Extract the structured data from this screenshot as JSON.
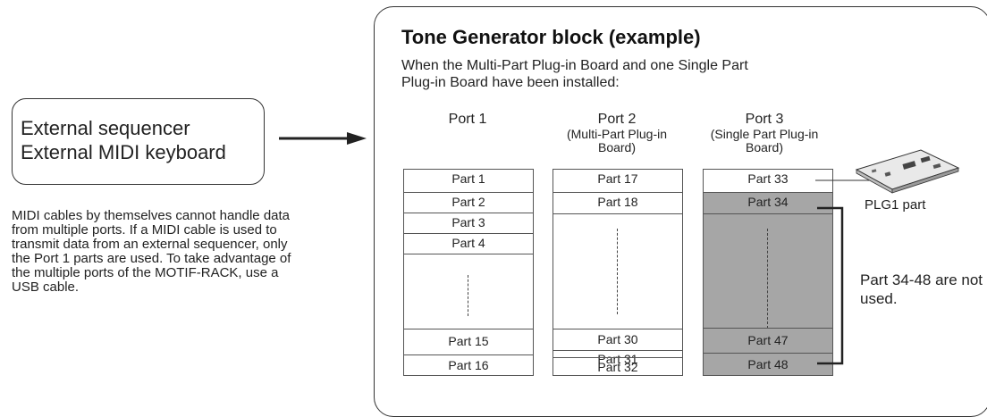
{
  "source": {
    "line1": "External sequencer",
    "line2": "External MIDI keyboard"
  },
  "note": "MIDI cables by themselves cannot handle data from multiple ports. If a MIDI cable is used to transmit data from an external sequencer, only the Port 1 parts are used. To take advantage of the multiple ports of the MOTIF-RACK, use a USB cable.",
  "block": {
    "title": "Tone Generator block (example)",
    "description": "When the Multi-Part Plug-in Board and one Single Part Plug-in Board have been installed:"
  },
  "ports": [
    {
      "name": "Port 1",
      "subtitle": "",
      "rows": [
        "Part 1",
        "Part 2",
        "Part 3",
        "Part 4",
        "",
        "Part 15",
        "Part 16"
      ]
    },
    {
      "name": "Port 2",
      "subtitle": "(Multi-Part Plug-in Board)",
      "rows": [
        "Part 17",
        "Part 18",
        "",
        "Part 30",
        "Part 31",
        "Part 32"
      ]
    },
    {
      "name": "Port 3",
      "subtitle": "(Single Part Plug-in Board)",
      "rows": [
        "Part 33",
        "Part 34",
        "",
        "Part 47",
        "Part 48"
      ]
    }
  ],
  "plg_label": "PLG1 part",
  "not_used_label": "Part 34-48 are not used.",
  "colors": {
    "unused_fill": "#a6a6a6",
    "line": "#333333"
  }
}
